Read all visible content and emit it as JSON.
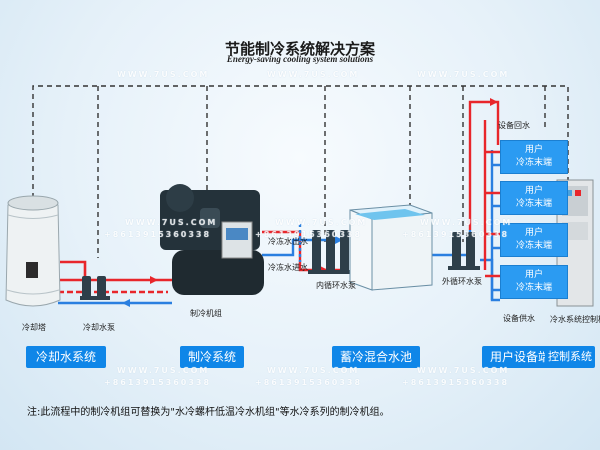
{
  "title_cn": "节能制冷系统解决方案",
  "title_en": "Energy-saving cooling system solutions",
  "labels": {
    "cooling_tower": "冷却塔",
    "cooling_pump": "冷却水泵",
    "chiller": "制冷机组",
    "chilled_out": "冷冻水出水",
    "chilled_in": "冷冻水进水",
    "inner_pump": "内循环水泵",
    "outer_pump": "外循环水泵",
    "return": "设备回水",
    "supply": "设备供水",
    "control_cabinet": "冷水系统控制柜"
  },
  "user_units": [
    "用户\n冷冻末端",
    "用户\n冷冻末端",
    "用户\n冷冻末端",
    "用户\n冷冻末端"
  ],
  "systems": [
    "冷却水系统",
    "制冷系统",
    "蓄冷混合水池",
    "用户设备端",
    "控制系统"
  ],
  "note": "注:此流程中的制冷机组可替换为\"水冷螺杆低温冷水机组\"等水冷系列的制冷机组。",
  "watermark": {
    "site": "WWW.7US.COM",
    "phone": "+8613915360338"
  },
  "colors": {
    "hot": "#e8262b",
    "cold": "#2a7fe0",
    "control": "#333333",
    "accent": "#0f86e8"
  }
}
